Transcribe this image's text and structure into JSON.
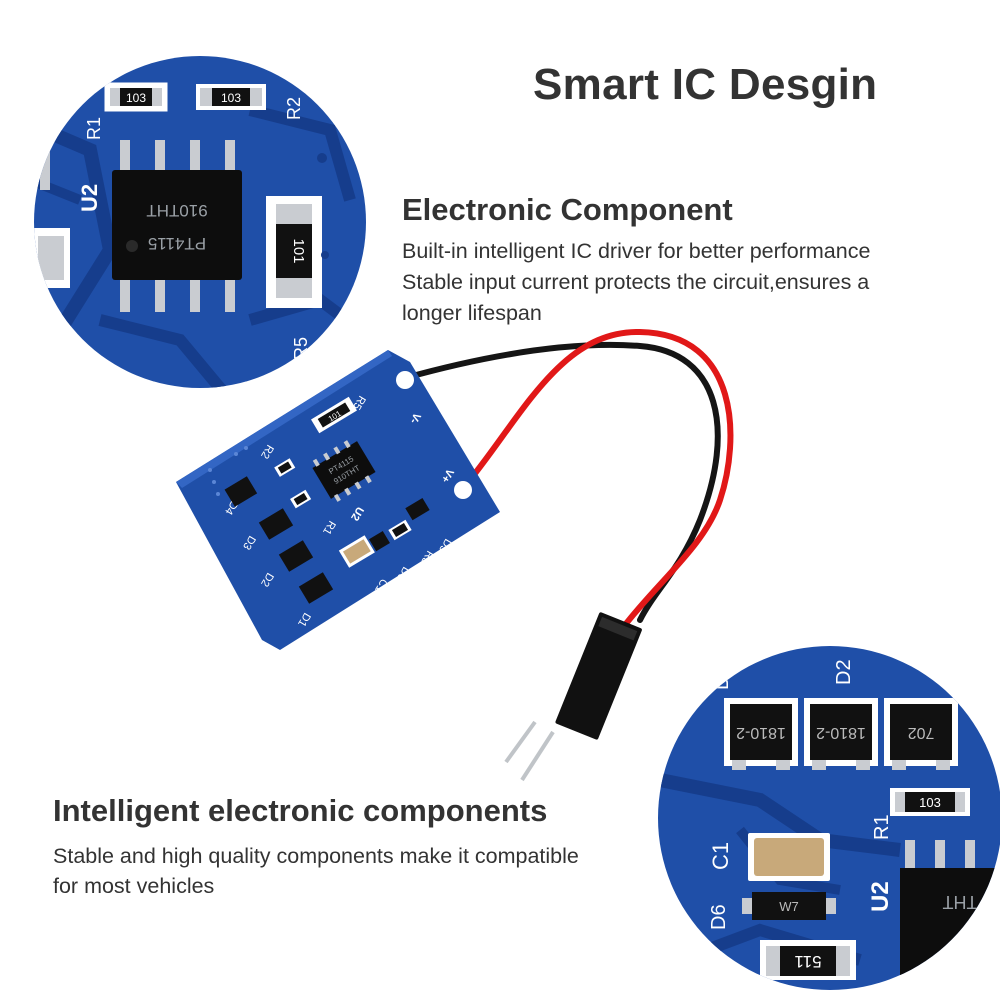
{
  "headline": "Smart IC Desgin",
  "section_top": {
    "heading": "Electronic Component",
    "lines": [
      "Built-in intelligent IC driver for better performance",
      "Stable input current protects the circuit,ensures a",
      "longer lifespan"
    ]
  },
  "section_bottom": {
    "heading": "Intelligent electronic components",
    "lines": [
      "Stable and high quality components make it compatible",
      "for most vehicles"
    ]
  },
  "zoom_top": {
    "labels": {
      "r1": "R1",
      "r2": "R2",
      "r5": "R5",
      "u2": "U2",
      "res1": "103",
      "res2": "103",
      "res3": "101",
      "chip_line1": "PT4115",
      "chip_line2": "910THT"
    }
  },
  "zoom_bottom": {
    "labels": {
      "d2": "D2",
      "d1": "D",
      "c1": "C1",
      "d6": "D6",
      "r1": "R1",
      "u2": "U2",
      "diode1": "1810-2",
      "diode2": "1810-2",
      "diode3": "702",
      "res1": "103",
      "w7": "W7",
      "res2": "511",
      "chip": "THT"
    }
  },
  "board": {
    "labels": {
      "r5": "R5",
      "vminus": "V-",
      "vplus": "V+",
      "r2": "R2",
      "r1": "R1",
      "u2": "U2",
      "d1": "D1",
      "d2": "D2",
      "d3": "D3",
      "d4": "D4",
      "d5": "D5",
      "d6": "D6",
      "r3": "R3",
      "c1": "C1",
      "res_top": "101",
      "chip1": "PT4115",
      "chip2": "910THT"
    }
  },
  "colors": {
    "pcb": "#1f4fa8",
    "trace": "#163d8c",
    "wire_red": "#e11818",
    "wire_black": "#151515",
    "pad": "#c9ccd1",
    "text_dark": "#333333"
  }
}
